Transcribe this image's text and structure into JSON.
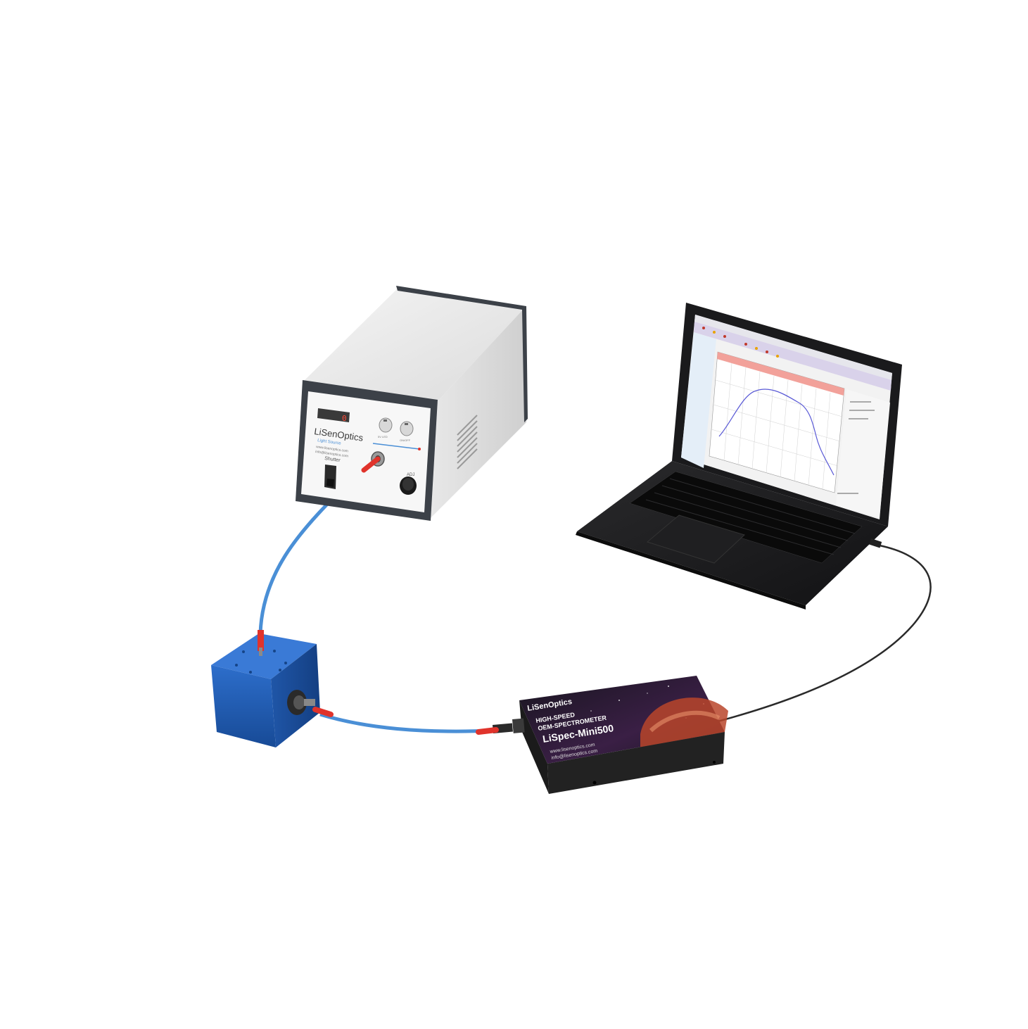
{
  "light_source": {
    "brand": "LiSenOptics",
    "subtitle": "Light Source",
    "line1": "www.lisenoptics.com",
    "line2": "info@lisenoptics.com",
    "display_value": "0",
    "shutter_label": "Shutter",
    "knob1_label": "5V LED",
    "knob2_label": "ON/OFF",
    "adj_label": "ADJ"
  },
  "spectrometer": {
    "brand": "LiSenOptics",
    "tagline1": "HIGH-SPEED",
    "tagline2": "OEM-SPECTROMETER",
    "model": "LiSpec-Mini500",
    "website": "www.lisenoptics.com",
    "email": "info@lisenoptics.com"
  },
  "laptop": {
    "screen_graph": {
      "type": "line",
      "shape": "broad spectral curve"
    }
  },
  "colors": {
    "cable": "#4a8fd6",
    "connector": "#e0332b",
    "cube": "#1e5fb8",
    "enclosure": "#e9e9e9",
    "frame": "#3c4148"
  }
}
